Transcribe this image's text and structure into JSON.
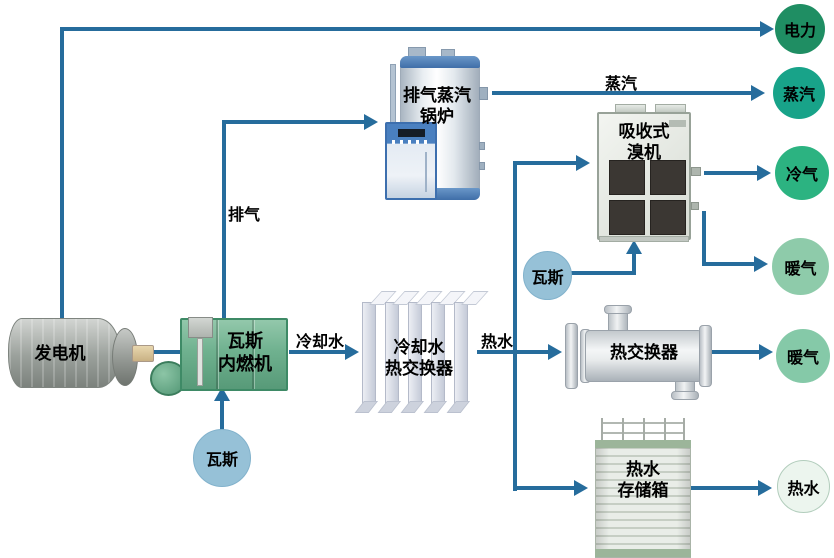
{
  "diagram": {
    "type": "energy-flow-diagram",
    "line_color": "#266c9c",
    "equipment": {
      "generator": {
        "label": "发电机"
      },
      "gas_engine": {
        "line1": "瓦斯",
        "line2": "内燃机"
      },
      "exhaust_boiler": {
        "line1": "排气蒸汽",
        "line2": "锅炉"
      },
      "cooling_water_hx": {
        "line1": "冷却水",
        "line2": "热交换器"
      },
      "absorption_chiller": {
        "line1": "吸收式",
        "line2": "溴机"
      },
      "shell_hx": {
        "label": "热交换器"
      },
      "hot_water_tank": {
        "line1": "热水",
        "line2": "存储箱"
      }
    },
    "inputs": {
      "gas_to_engine": {
        "label": "瓦斯",
        "color": "#96c1d7"
      },
      "gas_to_chiller": {
        "label": "瓦斯",
        "color": "#96c1d7"
      }
    },
    "outputs": {
      "electricity": {
        "label": "电力",
        "color": "#1f8e63"
      },
      "steam": {
        "label": "蒸汽",
        "color": "#18a389"
      },
      "cold_air": {
        "label": "冷气",
        "color": "#2cb381"
      },
      "warm_air_chiller": {
        "label": "暖气",
        "color": "#8ecbaa"
      },
      "warm_air_hx": {
        "label": "暖气",
        "color": "#85c9a8"
      },
      "hot_water": {
        "label": "热水",
        "color": "#ecf5ee"
      }
    },
    "flow_labels": {
      "exhaust": "排气",
      "steam": "蒸汽",
      "cooling_water": "冷却水",
      "hot_water": "热水"
    }
  }
}
